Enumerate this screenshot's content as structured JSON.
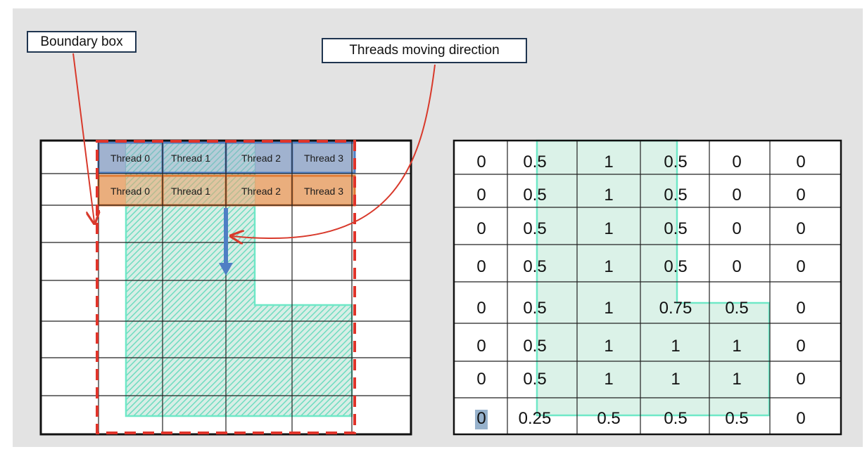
{
  "callouts": {
    "boundary_box": "Boundary box",
    "threads_direction": "Threads moving direction"
  },
  "left_grid": {
    "thread_row_1": [
      "Thread 0",
      "Thread 1",
      "Thread 2",
      "Thread 3"
    ],
    "thread_row_2": [
      "Thread 0",
      "Thread 1",
      "Thread 2",
      "Thread 3"
    ]
  },
  "right_table": {
    "rows": [
      [
        "0",
        "0.5",
        "1",
        "0.5",
        "0",
        "0"
      ],
      [
        "0",
        "0.5",
        "1",
        "0.5",
        "0",
        "0"
      ],
      [
        "0",
        "0.5",
        "1",
        "0.5",
        "0",
        "0"
      ],
      [
        "0",
        "0.5",
        "1",
        "0.5",
        "0",
        "0"
      ],
      [
        "0",
        "0.5",
        "1",
        "0.75",
        "0.5",
        "0"
      ],
      [
        "0",
        "0.5",
        "1",
        "1",
        "1",
        "0"
      ],
      [
        "0",
        "0.5",
        "1",
        "1",
        "1",
        "0"
      ],
      [
        "0",
        "0.25",
        "0.5",
        "0.5",
        "0.5",
        "0"
      ]
    ]
  },
  "colors": {
    "thread_row_1": "#8fa5c7",
    "thread_row_2": "#e8a56f",
    "boundary": "#e0342a",
    "arrow": "#d8392b",
    "hatch": "#7fe0c9",
    "direction_arrow": "#4f7fc4"
  }
}
